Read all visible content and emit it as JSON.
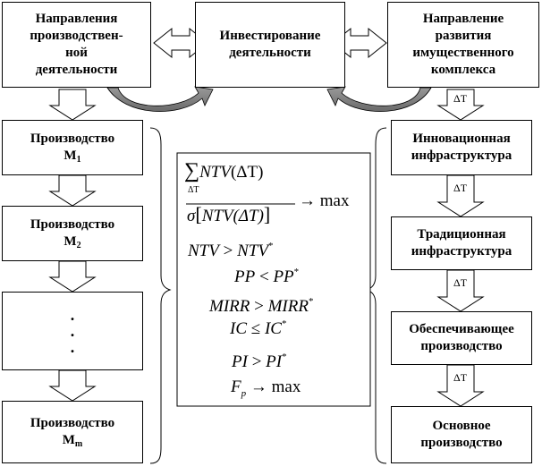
{
  "top": {
    "left": [
      "Направления",
      "производствен-",
      "ной",
      "деятельности"
    ],
    "center": [
      "Инвестирование",
      "деятельности"
    ],
    "right": [
      "Направление",
      "развития",
      "имущественного",
      "комплекса"
    ]
  },
  "left_column": {
    "m1": {
      "label": "Производство",
      "letter": "М",
      "sub": "1"
    },
    "m2": {
      "label": "Производство",
      "letter": "М",
      "sub": "2"
    },
    "dots": ".",
    "mm": {
      "label": "Производство",
      "letter": "М",
      "sub": "m"
    }
  },
  "right_column": {
    "innov": [
      "Инновационная",
      "инфраструктура"
    ],
    "trad": [
      "Традиционная",
      "инфраструктура"
    ],
    "supp": [
      "Обеспечивающее",
      "производство"
    ],
    "main": [
      "Основное",
      "производство"
    ],
    "delta_label": "ΔT"
  },
  "criteria": {
    "sum_symbol": "∑",
    "npv_num": "NTV",
    "arg": "(ΔT)",
    "sum_index": "ΔT",
    "sigma": "σ",
    "denom_inner": "NTV(ΔT)",
    "to_max": "→ max",
    "c1_lhs": "NTV",
    "c1_op": " > ",
    "c1_rhs": "NTV",
    "c2_lhs": "PP",
    "c2_op": " < ",
    "c2_rhs": "PP",
    "c3_lhs": "MIRR",
    "c3_op": " > ",
    "c3_rhs": "MIRR",
    "c4_lhs": "IC",
    "c4_op": " ≤ ",
    "c4_rhs": "IC",
    "c5_lhs": "PI",
    "c5_op": " > ",
    "c5_rhs": "PI",
    "star": "*",
    "f_letter": "F",
    "f_sub": "p",
    "f_to_max": " → max"
  }
}
